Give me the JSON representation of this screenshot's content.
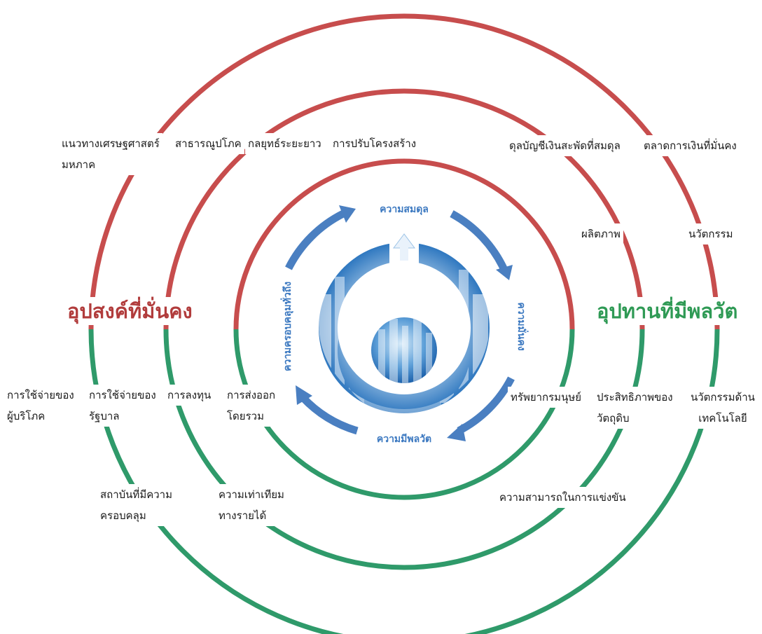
{
  "colors": {
    "demand_arc": "#c74d4d",
    "supply_arc": "#2f9a6a",
    "cycle_arrow": "#4a7fc1",
    "cycle_text": "#3b78c0",
    "demand_title": "#b13c3c",
    "supply_title": "#2f9a55"
  },
  "titles": {
    "demand": "อุปสงค์ที่มั่นคง",
    "supply": "อุปทานที่มีพลวัต"
  },
  "cycle": {
    "top": "ความสมดุล",
    "right": "ความมั่นคง",
    "bottom": "ความมีพลวัต",
    "left": "ความครอบคลุมทั่วถึง"
  },
  "labels": {
    "macro_line1": "แนวทางเศรษฐศาสตร์",
    "macro_line2": "มหภาค",
    "public_goods": "สาธารณูปโภค",
    "long_term": "กลยุทธ์ระยะยาว",
    "restructure": "การปรับโครงสร้าง",
    "current_account": "ดุลบัญชีเงินสะพัดที่สมดุล",
    "financial_market": "ตลาดการเงินที่มั่นคง",
    "productivity": "ผลิตภาพ",
    "innovation": "นวัตกรรม",
    "consumer_line1": "การใช้จ่ายของ",
    "consumer_line2": "ผู้บริโภค",
    "government_line1": "การใช้จ่ายของ",
    "government_line2": "รัฐบาล",
    "investment": "การลงทุน",
    "exports_line1": "การส่งออก",
    "exports_line2": "โดยรวม",
    "human_resources": "ทรัพยากรมนุษย์",
    "material_line1": "ประสิทธิภาพของ",
    "material_line2": "วัตถุดิบ",
    "tech_line1": "นวัตกรรมด้าน",
    "tech_line2": "เทคโนโลยี",
    "institutions_line1": "สถาบันที่มีความ",
    "institutions_line2": "ครอบคลุม",
    "income_line1": "ความเท่าเทียม",
    "income_line2": "ทางรายได้",
    "competitiveness": "ความสามารถในการแข่งขัน"
  }
}
